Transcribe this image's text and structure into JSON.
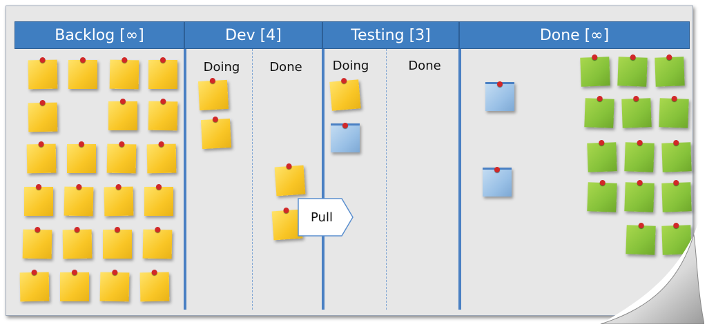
{
  "columns": {
    "backlog": {
      "title": "Backlog [∞]"
    },
    "dev": {
      "title": "Dev [4]",
      "doing": "Doing",
      "done": "Done"
    },
    "testing": {
      "title": "Testing [3]",
      "doing": "Doing",
      "done": "Done"
    },
    "done": {
      "title": "Done [∞]"
    }
  },
  "pull_label": "Pull",
  "colors": {
    "header": "#3f7ec1",
    "board": "#e7e7e7",
    "note_yellow": "#f9c626",
    "note_green": "#86c23a",
    "note_blue": "#99c0e6",
    "pin": "#d12828"
  },
  "notes": {
    "backlog": {
      "count": 23,
      "color": "yellow"
    },
    "dev_doing": {
      "count": 2,
      "color": "yellow"
    },
    "dev_done": {
      "count": 2,
      "color": "yellow"
    },
    "testing_doing": {
      "count": 2,
      "colors": [
        "yellow",
        "blue"
      ]
    },
    "done_blue": {
      "count": 2,
      "color": "blue"
    },
    "done_green": {
      "count": 14,
      "color": "green"
    }
  }
}
